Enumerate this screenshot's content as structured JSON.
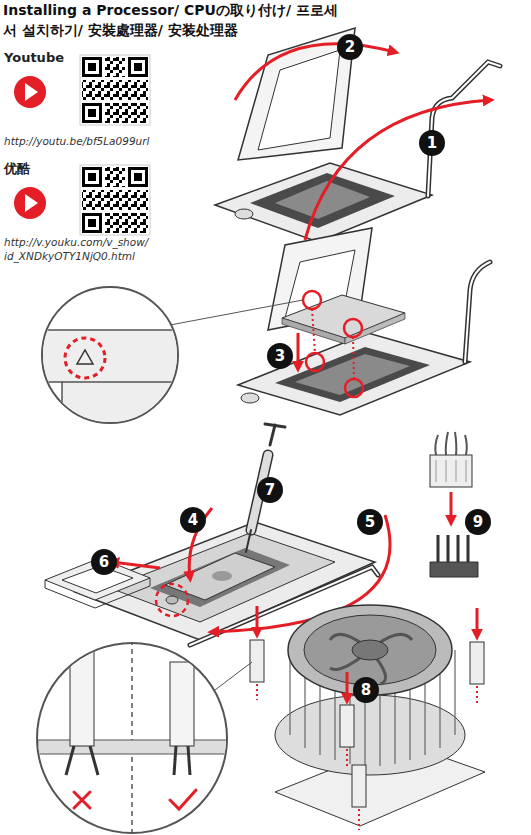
{
  "diagram": {
    "title": "Installing a Processor/ CPUの取り付け/ 프로세서 설치하기/ 安裝處理器/ 安装处理器",
    "nodes": [
      {
        "text": [
          "2"
        ]
      },
      {
        "text": [
          "1"
        ]
      },
      {
        "text": [
          "3"
        ]
      },
      {
        "text": [
          "7"
        ]
      },
      {
        "text": [
          "4"
        ]
      },
      {
        "text": [
          "5"
        ]
      },
      {
        "text": [
          "9"
        ]
      },
      {
        "text": [
          "6"
        ]
      },
      {
        "text": [
          "8"
        ]
      }
    ],
    "labels": [
      "Youtube",
      "http://youtu.be/bf5La099url",
      "优酷",
      "http://v.youku.com/v_show/ id_XNDkyOTY1NjQ0.html"
    ]
  }
}
